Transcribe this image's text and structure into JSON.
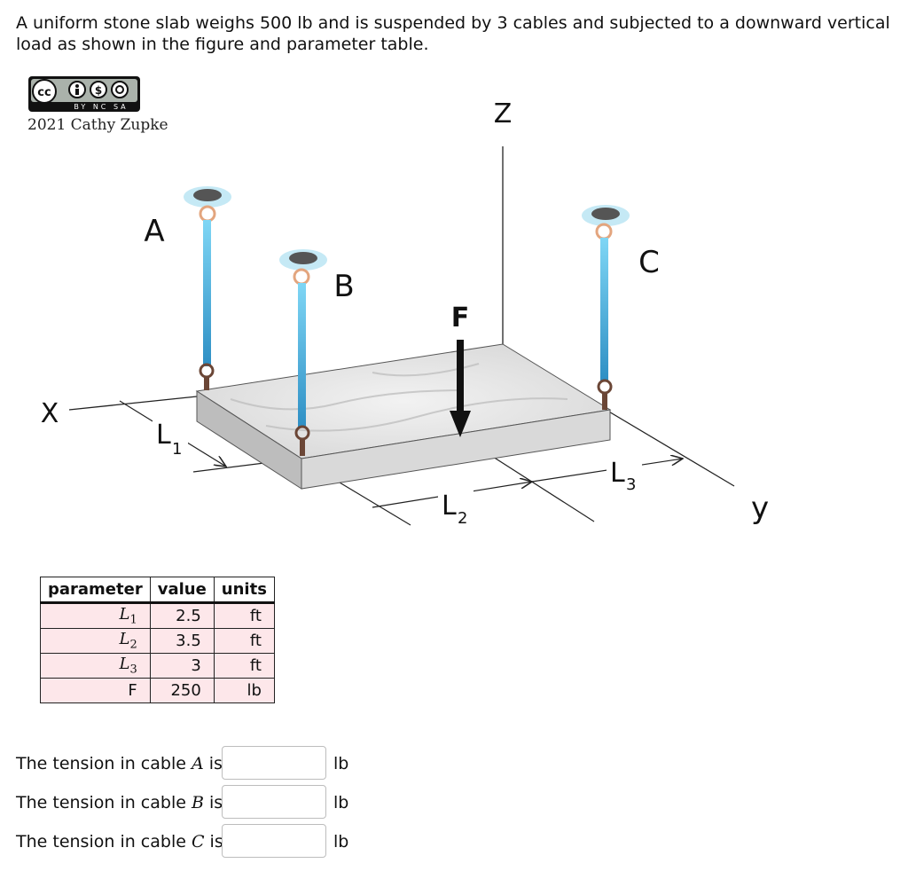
{
  "problem": {
    "text": "A uniform stone slab weighs 500 lb and is suspended by 3 cables and subjected to a downward vertical load as shown in the figure and parameter table."
  },
  "license": {
    "badge_text": "BY NC SA",
    "credit": "2021 Cathy Zupke"
  },
  "figure": {
    "labels": {
      "cable_a": "A",
      "cable_b": "B",
      "cable_c": "C",
      "force": "F",
      "axis_x": "X",
      "axis_y": "y",
      "axis_z": "Z",
      "dim_l1": "L",
      "dim_l1_sub": "1",
      "dim_l2": "L",
      "dim_l2_sub": "2",
      "dim_l3": "L",
      "dim_l3_sub": "3"
    },
    "colors": {
      "cable": "#4fc3ea",
      "slab_top": "#e6e6e6",
      "slab_side": "#bdbdbd",
      "slab_front": "#d9d9d9"
    }
  },
  "table": {
    "headers": [
      "parameter",
      "value",
      "units"
    ],
    "rows": [
      {
        "param": "L1",
        "value": "2.5",
        "unit": "ft"
      },
      {
        "param": "L2",
        "value": "3.5",
        "unit": "ft"
      },
      {
        "param": "L3",
        "value": "3",
        "unit": "ft"
      },
      {
        "param": "F",
        "value": "250",
        "unit": "lb"
      }
    ]
  },
  "questions": [
    {
      "prefix": "The tension in cable ",
      "var": "A",
      "suffix": " is",
      "value": "",
      "unit": "lb"
    },
    {
      "prefix": "The tension in cable ",
      "var": "B",
      "suffix": " is",
      "value": "",
      "unit": "lb"
    },
    {
      "prefix": "The tension in cable ",
      "var": "C",
      "suffix": " is",
      "value": "",
      "unit": "lb"
    }
  ]
}
